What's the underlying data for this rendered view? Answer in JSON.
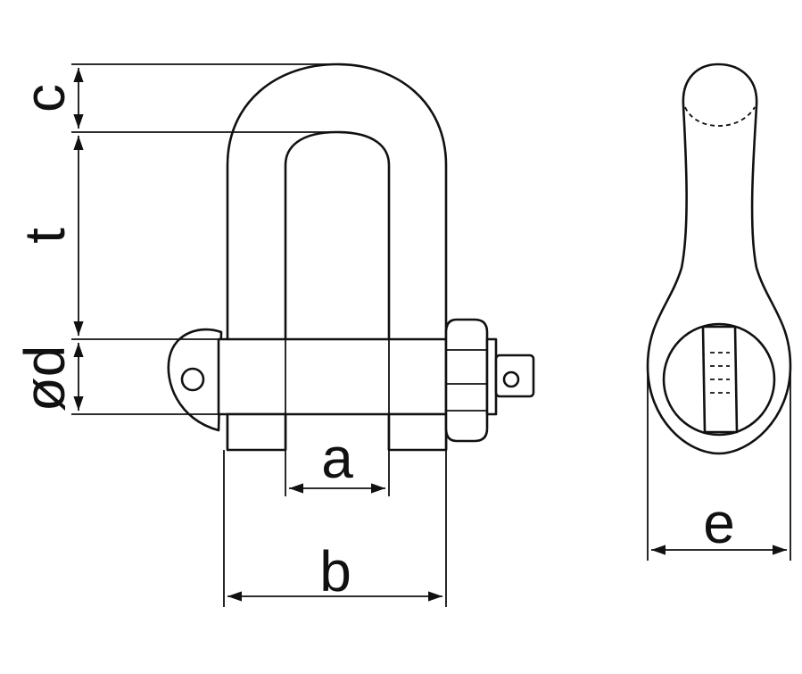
{
  "diagram": {
    "labels": {
      "c": "c",
      "t": "t",
      "d": "ød",
      "a": "a",
      "b": "b",
      "e": "e"
    },
    "colors": {
      "line": "#111111",
      "background": "#ffffff"
    }
  }
}
